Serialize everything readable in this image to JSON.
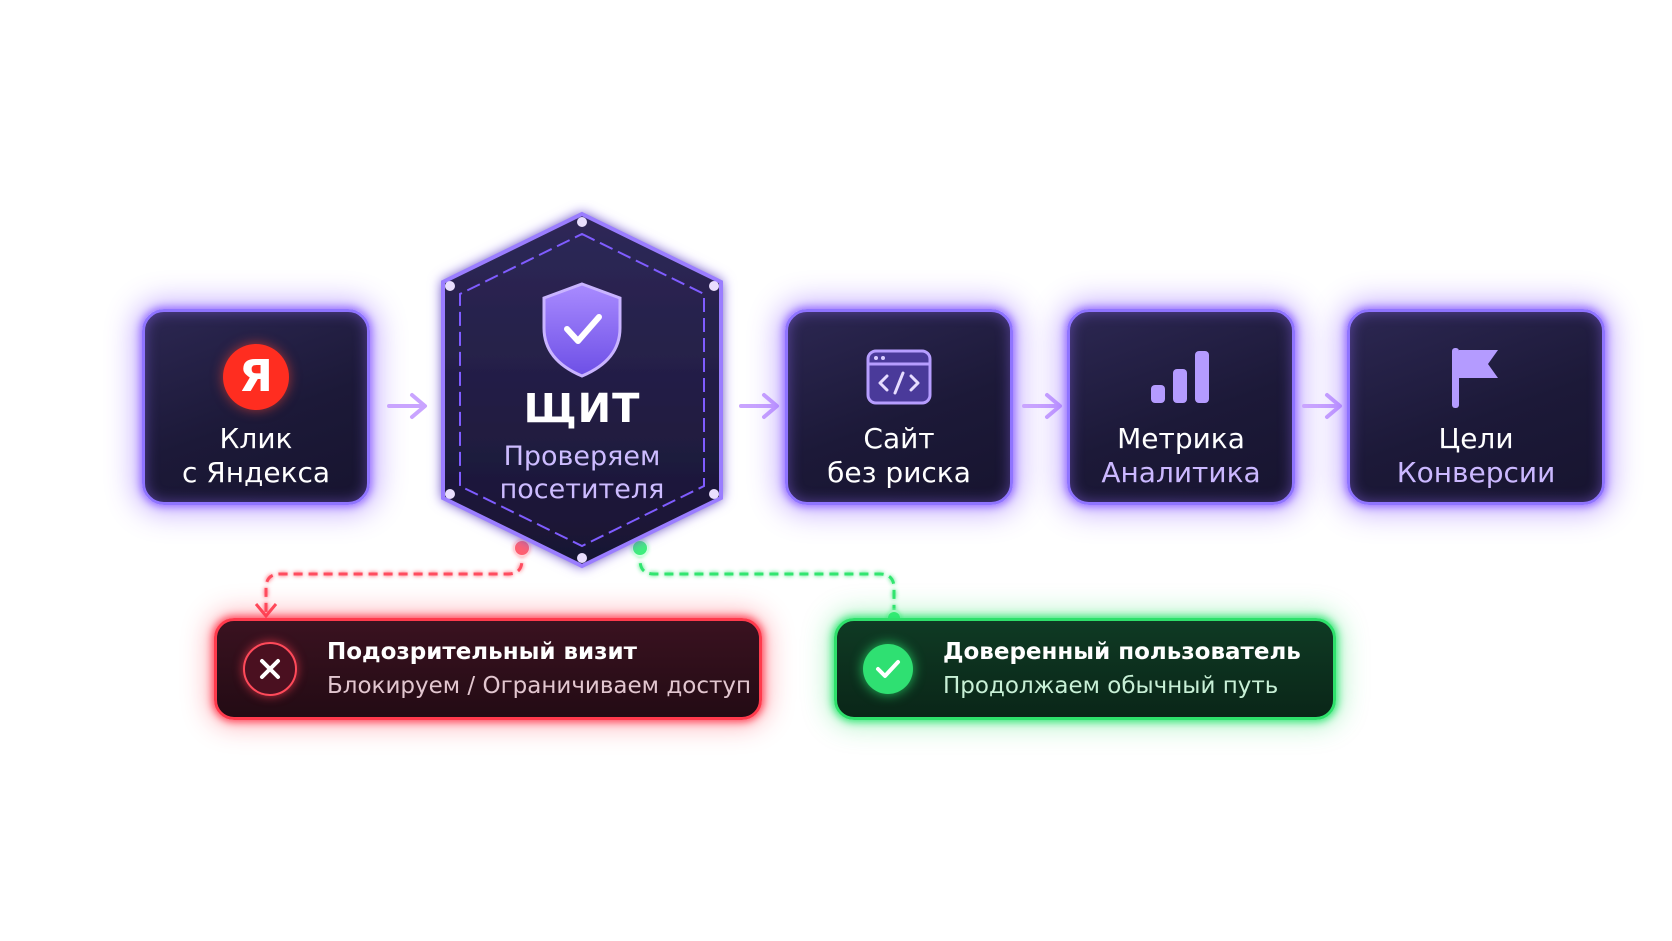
{
  "steps": [
    {
      "line1": "Клик",
      "line2": "с Яндекса",
      "icon": "yandex-logo-icon",
      "logo_letter": "Я"
    },
    {
      "line1": "Сайт",
      "line2": "без риска",
      "icon": "code-window-icon"
    },
    {
      "line1": "Метрика",
      "line2": "Аналитика",
      "icon": "bar-chart-icon"
    },
    {
      "line1": "Цели",
      "line2": "Конверсии",
      "icon": "flag-icon"
    }
  ],
  "shield": {
    "title": "ЩИТ",
    "subtitle_line1": "Проверяем",
    "subtitle_line2": "посетителя",
    "icon": "shield-check-icon"
  },
  "outcomes": {
    "suspicious": {
      "title": "Подозрительный визит",
      "description": "Блокируем / Ограничиваем доступ",
      "icon": "close-icon",
      "color": "#ff3a4c"
    },
    "trusted": {
      "title": "Доверенный пользователь",
      "description": "Продолжаем обычный путь",
      "icon": "check-icon",
      "color": "#2ee06b"
    }
  },
  "colors": {
    "accent_purple": "#8f74ff",
    "card_background": "#1c1938",
    "page_background": "#ffffff"
  }
}
